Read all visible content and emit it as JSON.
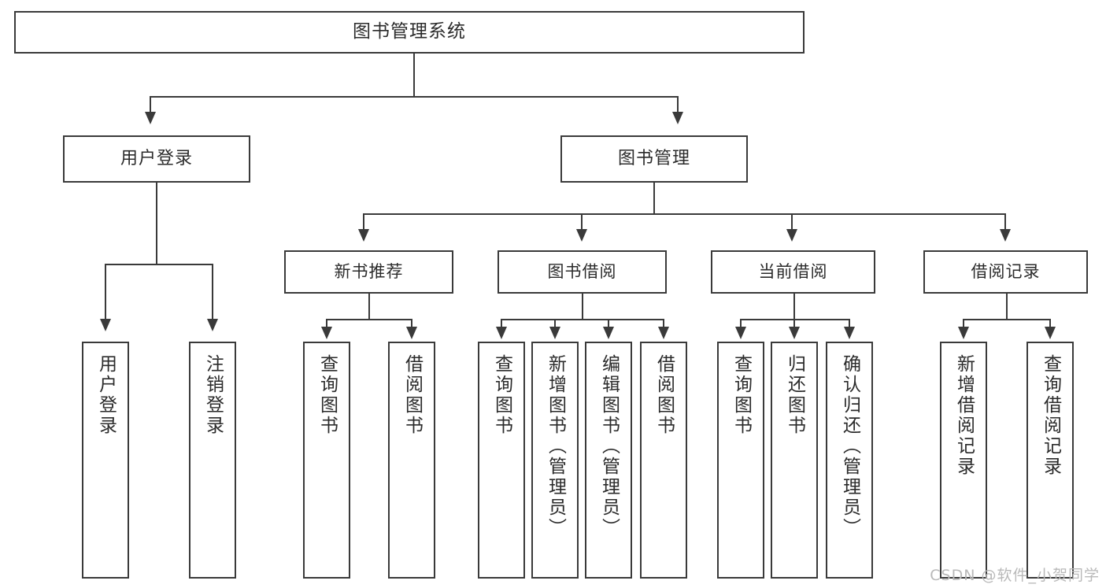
{
  "diagram": {
    "type": "tree",
    "title": "图书管理系统",
    "watermark": "CSDN @软件_小贺同学",
    "colors": {
      "stroke": "#3a3a3a",
      "background": "#ffffff",
      "text": "#2b2b2b",
      "watermark": "#b9b9b9"
    },
    "nodes": {
      "root": {
        "label": "图书管理系统"
      },
      "level2": [
        {
          "id": "user-login",
          "label": "用户登录"
        },
        {
          "id": "book-manage",
          "label": "图书管理"
        }
      ],
      "level3": [
        {
          "id": "new-book-recommend",
          "label": "新书推荐"
        },
        {
          "id": "book-borrow",
          "label": "图书借阅"
        },
        {
          "id": "current-borrow",
          "label": "当前借阅"
        },
        {
          "id": "borrow-record",
          "label": "借阅记录"
        }
      ],
      "leaves": {
        "user-login": [
          {
            "id": "leaf-user-login",
            "label": "用户登录"
          },
          {
            "id": "leaf-logout-login",
            "label": "注销登录"
          }
        ],
        "new-book-recommend": [
          {
            "id": "leaf-query-book-1",
            "label": "查询图书"
          },
          {
            "id": "leaf-borrow-book-1",
            "label": "借阅图书"
          }
        ],
        "book-borrow": [
          {
            "id": "leaf-query-book-2",
            "label": "查询图书"
          },
          {
            "id": "leaf-add-book",
            "label": "新增图书（管理员）"
          },
          {
            "id": "leaf-edit-book",
            "label": "编辑图书（管理员）"
          },
          {
            "id": "leaf-borrow-book-2",
            "label": "借阅图书"
          }
        ],
        "current-borrow": [
          {
            "id": "leaf-query-book-3",
            "label": "查询图书"
          },
          {
            "id": "leaf-return-book",
            "label": "归还图书"
          },
          {
            "id": "leaf-confirm-return",
            "label": "确认归还（管理员）"
          }
        ],
        "borrow-record": [
          {
            "id": "leaf-add-record",
            "label": "新增借阅记录"
          },
          {
            "id": "leaf-query-record",
            "label": "查询借阅记录"
          }
        ]
      }
    }
  }
}
